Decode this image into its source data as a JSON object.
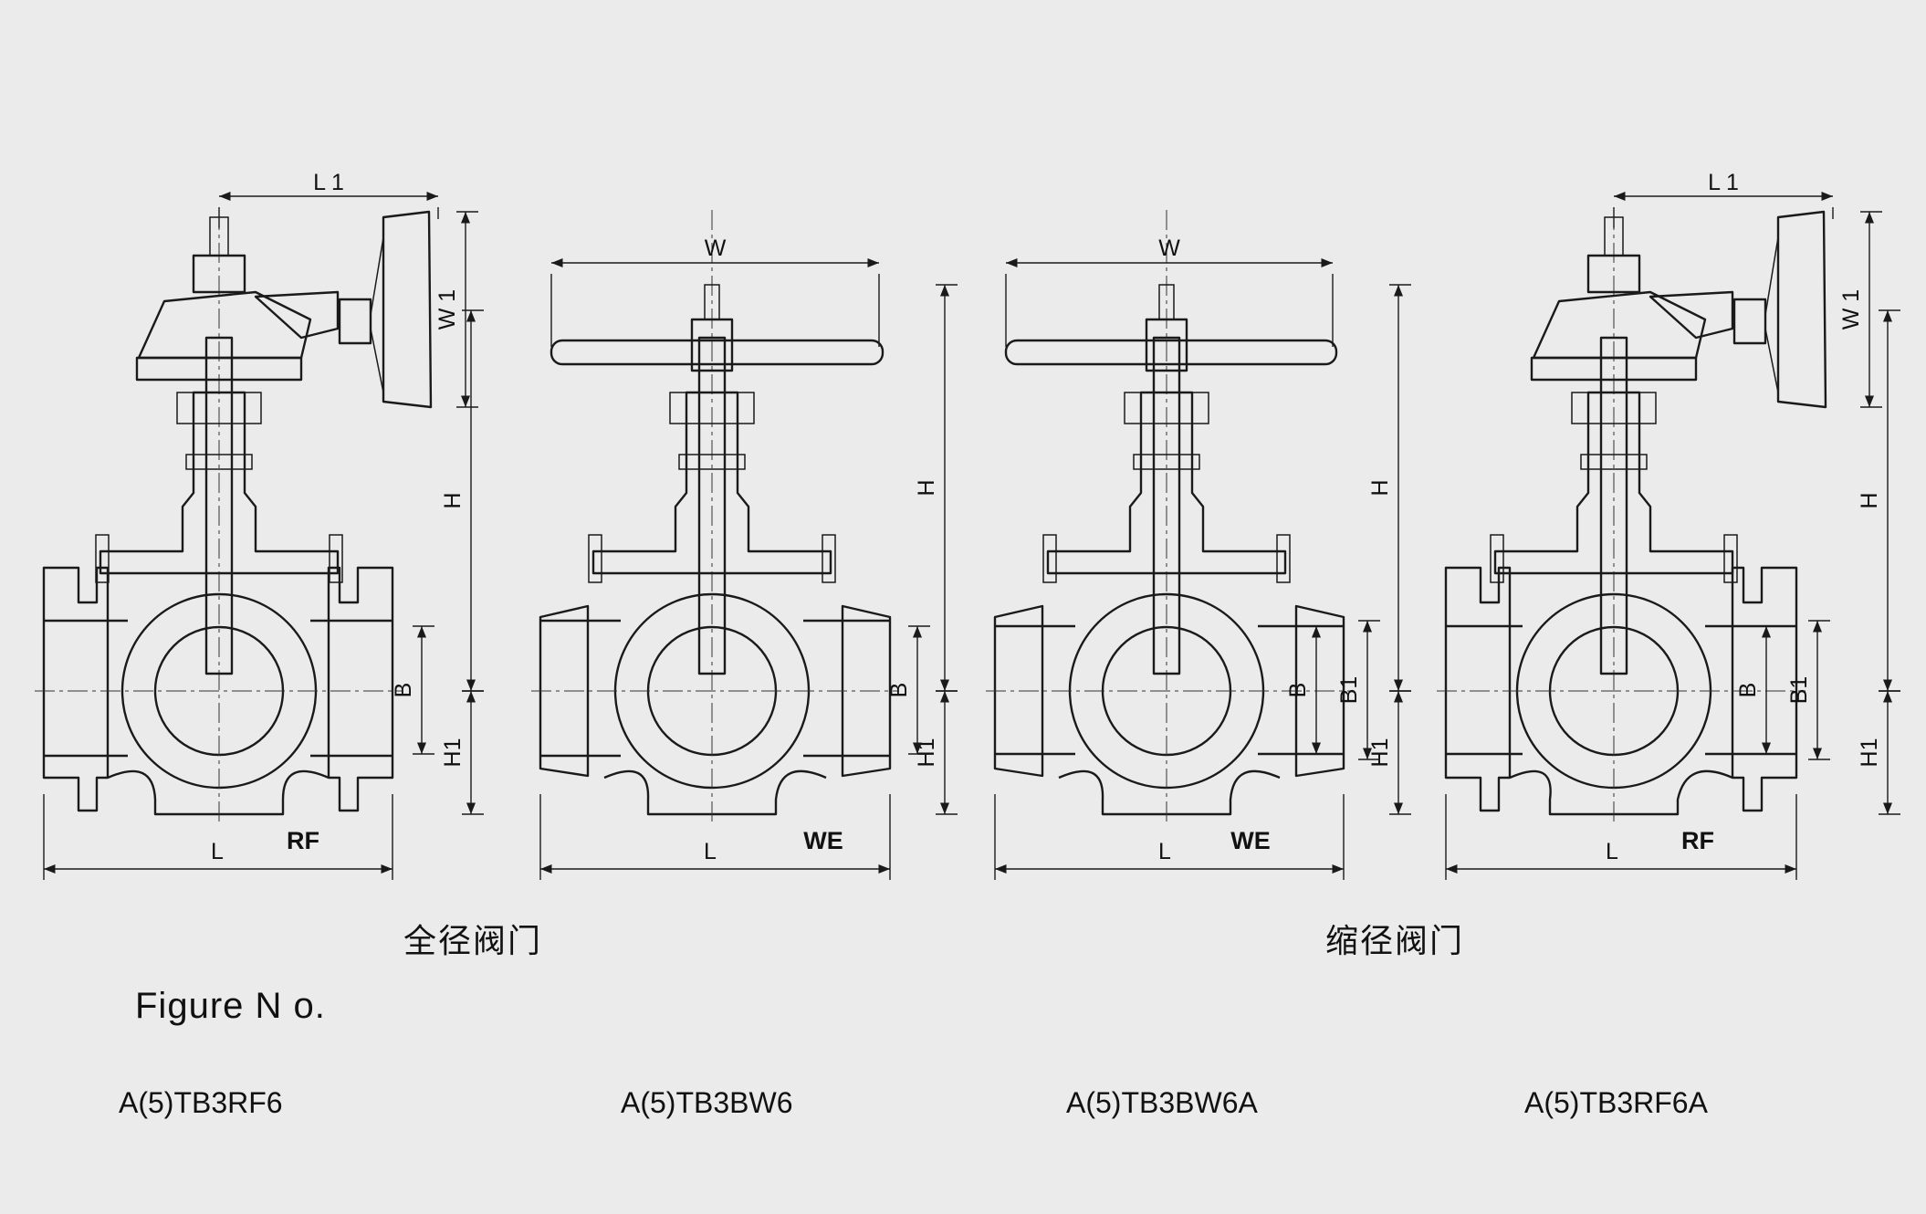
{
  "captions": {
    "full_bore": "全径阀门",
    "reduced_bore": "缩径阀门"
  },
  "figure_label": "Figure N o.",
  "views": [
    {
      "model": "A(5)TB3RF6",
      "end_type": "RF",
      "operator": "gear",
      "bore": "full",
      "dims": {
        "top_width": "L 1",
        "side_width": "W 1",
        "height": "H",
        "bore": "B",
        "bore_reduced": "",
        "lower_height": "H1",
        "length": "L"
      }
    },
    {
      "model": "A(5)TB3BW6",
      "end_type": "WE",
      "operator": "lever",
      "bore": "full",
      "dims": {
        "top_width": "W",
        "side_width": "",
        "height": "H",
        "bore": "B",
        "bore_reduced": "",
        "lower_height": "H1",
        "length": "L"
      }
    },
    {
      "model": "A(5)TB3BW6A",
      "end_type": "WE",
      "operator": "lever",
      "bore": "reduced",
      "dims": {
        "top_width": "W",
        "side_width": "",
        "height": "H",
        "bore": "B",
        "bore_reduced": "B1",
        "lower_height": "H1",
        "length": "L"
      }
    },
    {
      "model": "A(5)TB3RF6A",
      "end_type": "RF",
      "operator": "gear",
      "bore": "reduced",
      "dims": {
        "top_width": "L 1",
        "side_width": "W 1",
        "height": "H",
        "bore": "B",
        "bore_reduced": "B1",
        "lower_height": "H1",
        "length": "L"
      }
    }
  ]
}
